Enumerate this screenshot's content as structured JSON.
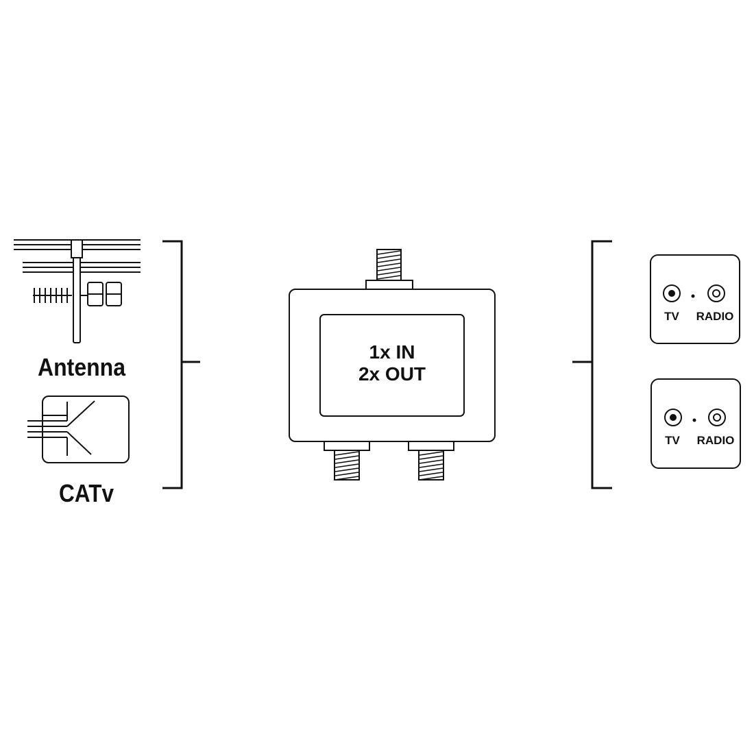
{
  "sources": {
    "antenna_label": "Antenna",
    "catv_label": "CATv"
  },
  "splitter": {
    "line1": "1x IN",
    "line2": "2x OUT"
  },
  "outlets": [
    {
      "tv_label": "TV",
      "radio_label": "RADIO"
    },
    {
      "tv_label": "TV",
      "radio_label": "RADIO"
    }
  ],
  "colors": {
    "stroke": "#111111",
    "background": "#ffffff"
  },
  "icons": [
    "antenna-icon",
    "catv-icon",
    "splitter-icon",
    "tv-radio-outlet-icon"
  ]
}
